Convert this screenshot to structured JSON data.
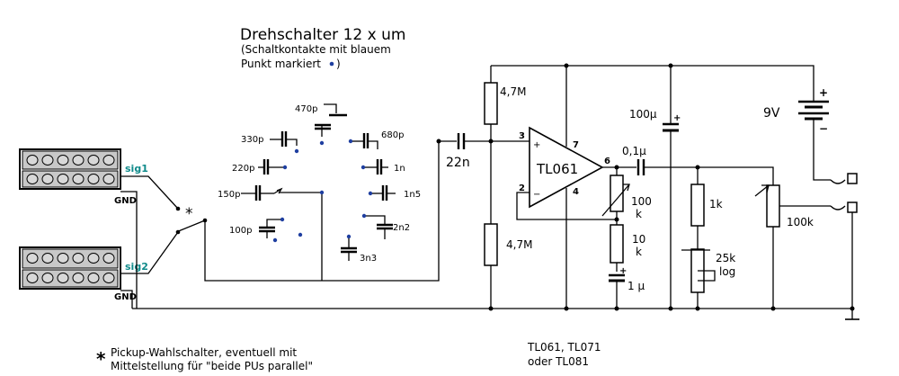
{
  "title": "Drehschalter 12 x um",
  "subtitle_line1": "(Schaltkontakte mit blauem",
  "subtitle_line2": "Punkt markiert",
  "subtitle_end": ")",
  "pickups": {
    "sig1": "sig1",
    "sig2": "sig2",
    "gnd1": "GND",
    "gnd2": "GND"
  },
  "selector_caps": {
    "c470p": "470p",
    "c330p": "330p",
    "c680p": "680p",
    "c220p": "220p",
    "c1n": "1n",
    "c150p": "150p",
    "c1n5": "1n5",
    "c100p": "100p",
    "c2n2": "2n2",
    "c3n3": "3n3"
  },
  "switch_asterisk": "*",
  "input_cap": "22n",
  "bias_top": "4,7M",
  "bias_bottom": "4,7M",
  "opamp": {
    "label": "TL061",
    "pin3": "3",
    "pin2": "2",
    "pin7": "7",
    "pin6": "6",
    "pin4": "4"
  },
  "feedback": {
    "r100k_a": "100",
    "r100k_b": "k",
    "r10k_a": "10",
    "r10k_b": "k",
    "c1u": "1 µ",
    "plus": "+"
  },
  "out_cap": "0,1µ",
  "supply_cap": "100µ",
  "supply_plus": "+",
  "battery": {
    "label": "9V",
    "plus": "+",
    "minus": "−"
  },
  "r1k": "1k",
  "pot25k_a": "25k",
  "pot25k_b": "log",
  "pot100k": "100k",
  "footnote": {
    "star": "*",
    "line1": "Pickup-Wahlschalter, eventuell mit",
    "line2": "Mittelstellung für \"beide PUs parallel\""
  },
  "opamp_note": {
    "line1": "TL061, TL071",
    "line2": "oder TL081"
  },
  "colors": {
    "contact_dot": "#1f3fa0",
    "sig_label": "#0f8a8a",
    "pickup_fill": "#c8c8c8"
  }
}
